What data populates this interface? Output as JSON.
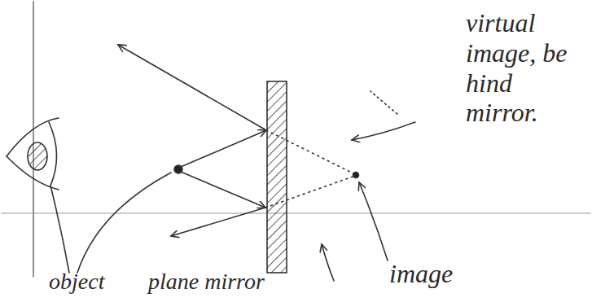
{
  "diagram": {
    "labels": [
      "virtual image, be hind mirror.",
      "image",
      "object",
      "plane mirror"
    ]
  }
}
